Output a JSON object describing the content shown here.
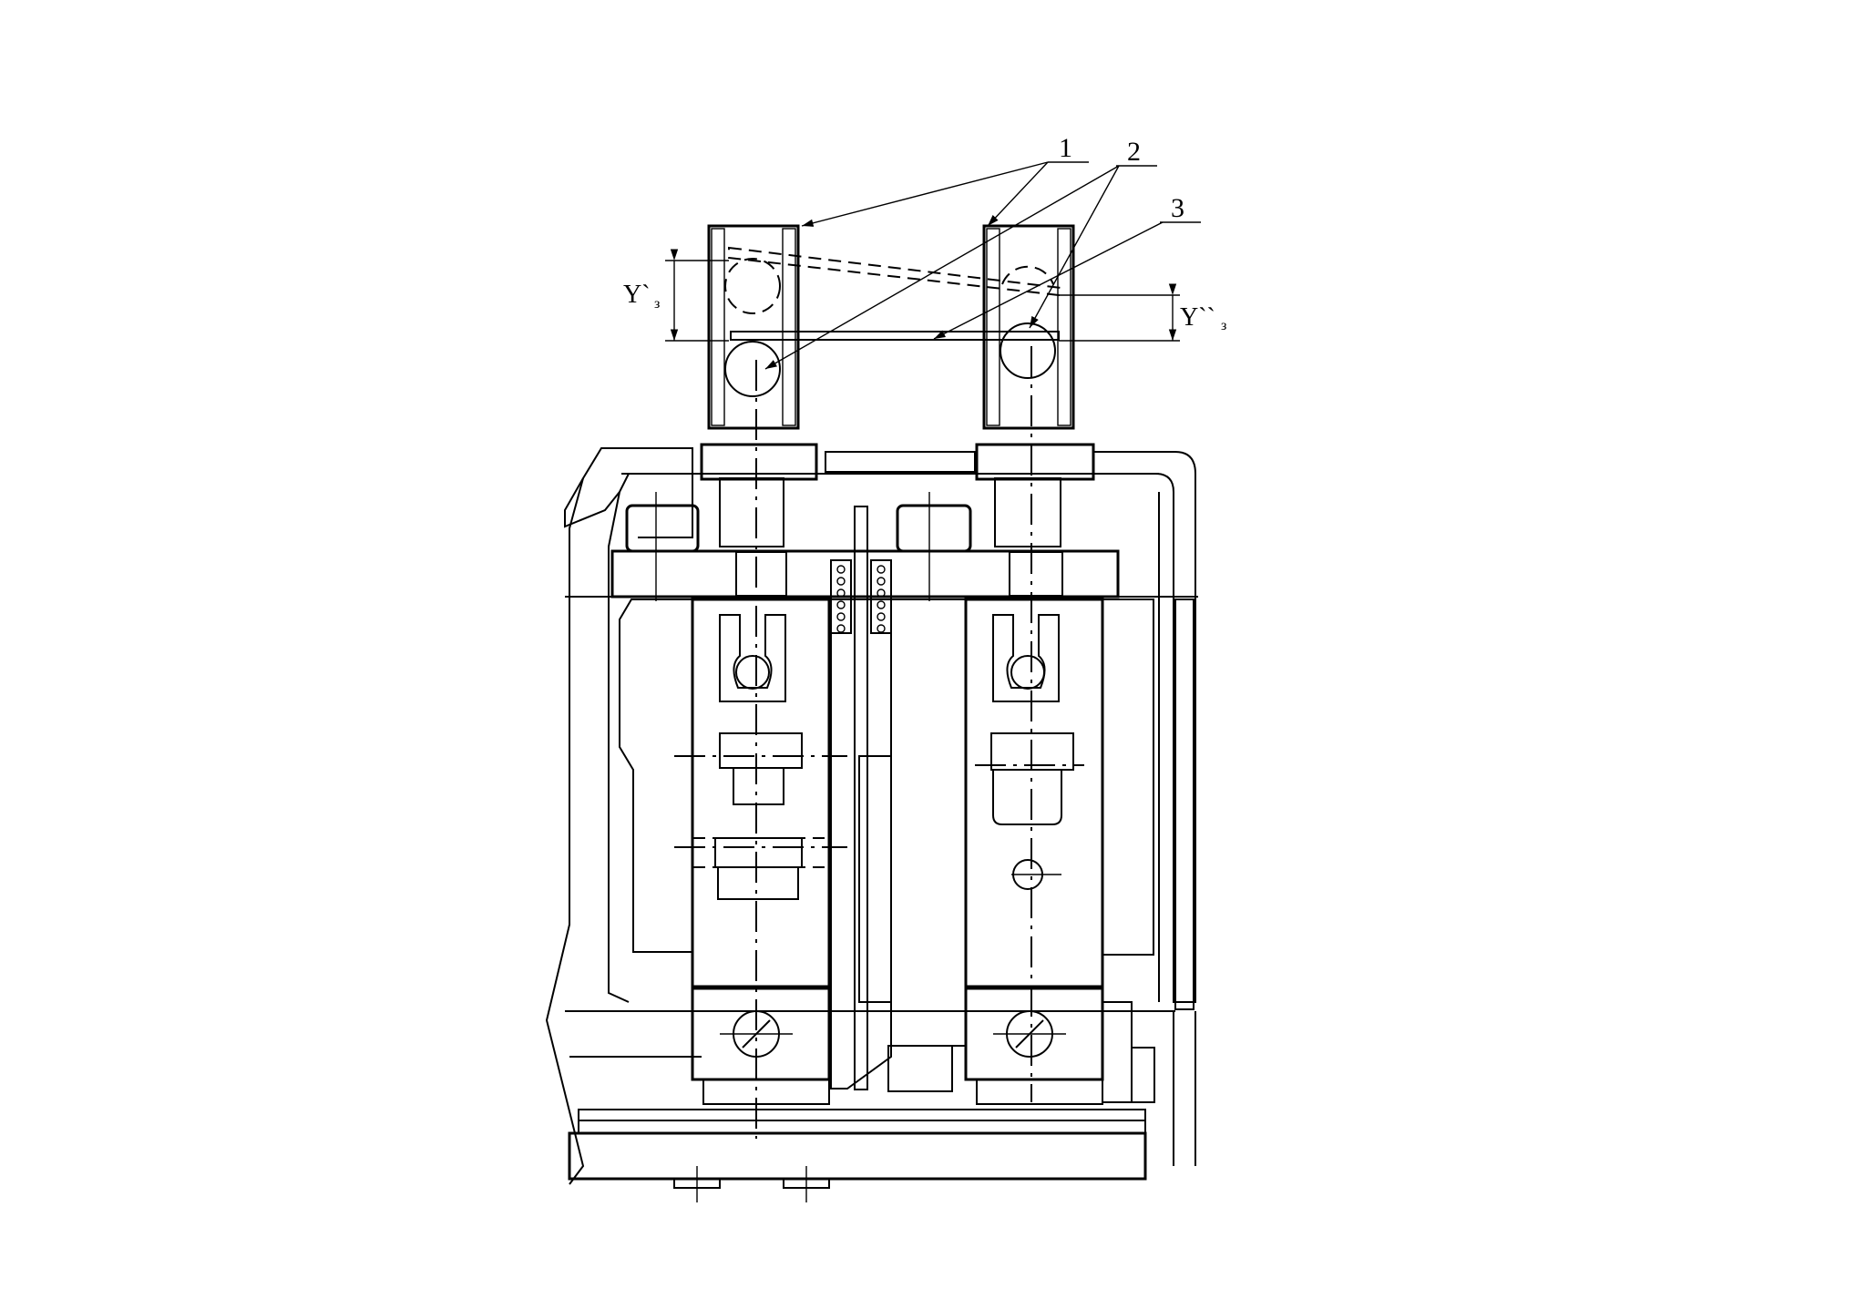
{
  "drawing": {
    "callouts": [
      "1",
      "2",
      "3"
    ],
    "dimension_left": {
      "main": "Y`",
      "sub": "з"
    },
    "dimension_right": {
      "main": "Y``",
      "sub": "з"
    }
  }
}
